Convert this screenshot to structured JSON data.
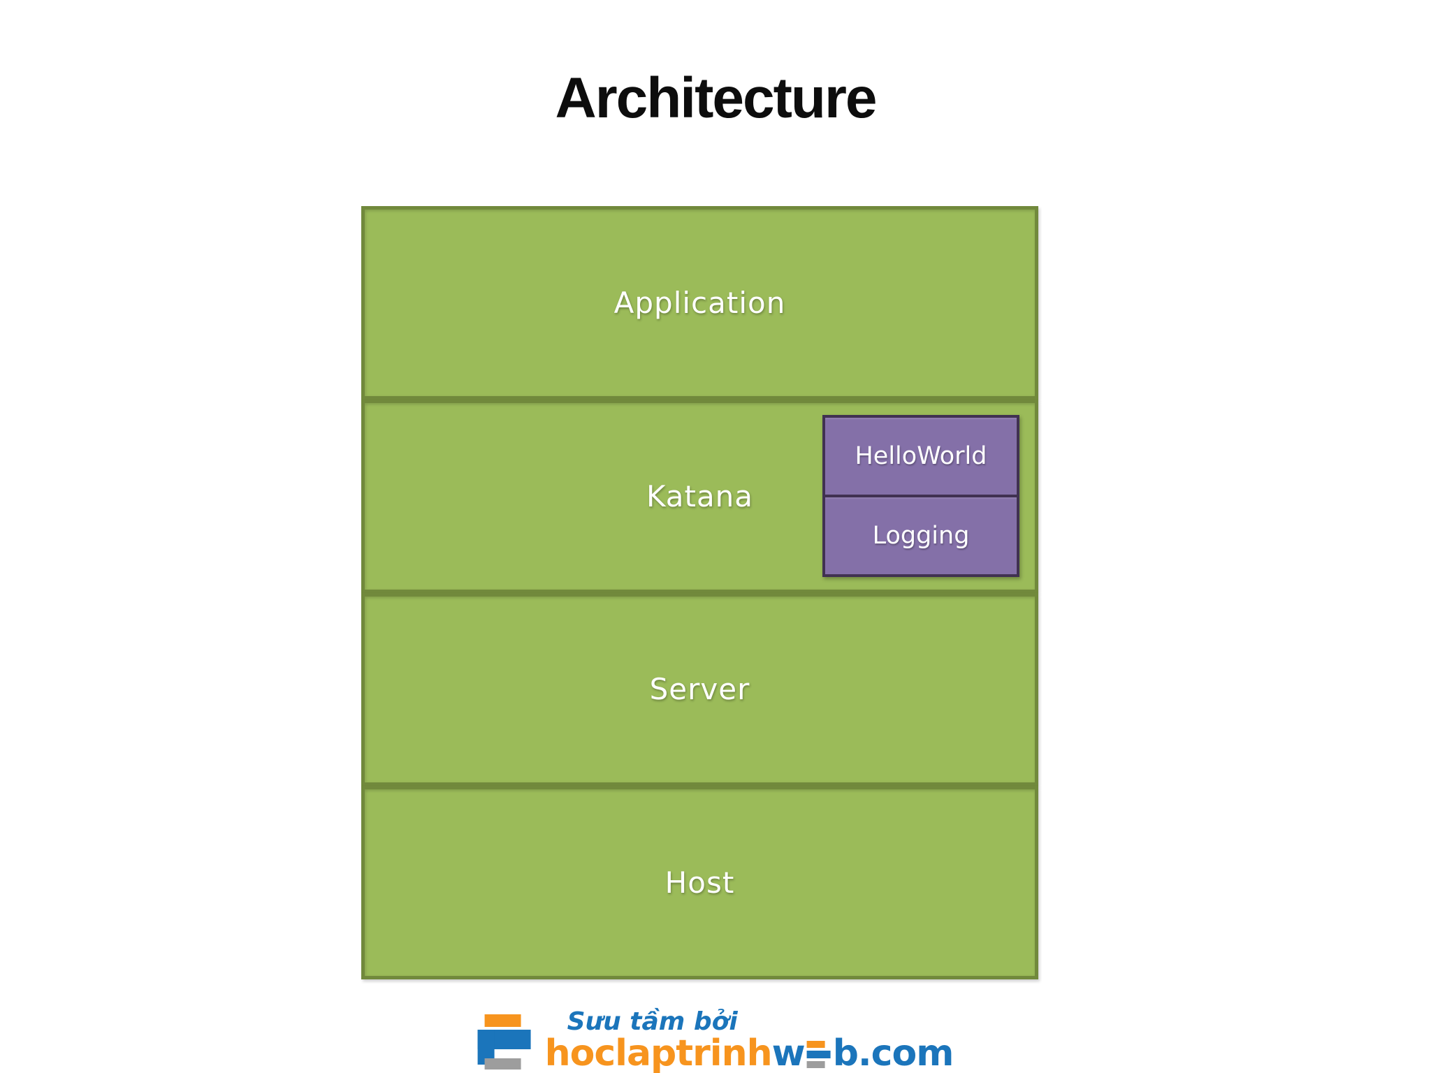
{
  "title": "Architecture",
  "stack": {
    "layers": [
      {
        "label": "Application"
      },
      {
        "label": "Katana"
      },
      {
        "label": "Server"
      },
      {
        "label": "Host"
      }
    ]
  },
  "modules": [
    {
      "label": "HelloWorld"
    },
    {
      "label": "Logging"
    }
  ],
  "watermark": {
    "tagline": "Sưu tầm bởi",
    "brand_part1": "hoclaptrinh",
    "brand_part2": "w",
    "brand_part3": "b.com"
  },
  "colors": {
    "layer_fill": "#9BBB59",
    "layer_border": "#71893C",
    "module_fill": "#8470A8",
    "module_border": "#403151",
    "brand_orange": "#F7941E",
    "brand_blue": "#1B75BB",
    "brand_gray": "#9D9D9D",
    "title_color": "#0d0d0d",
    "label_color": "#ffffff"
  }
}
